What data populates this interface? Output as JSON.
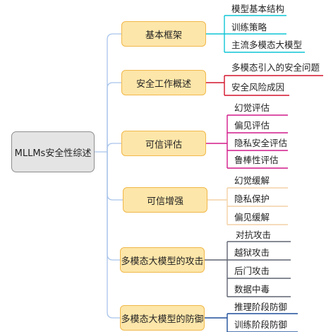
{
  "diagram": {
    "root": "MLLMs安全性综述",
    "branches": [
      {
        "label": "基本框架",
        "color": "#0fc5d5",
        "leaves": [
          "模型基本结构",
          "训练策略",
          "主流多模态大模型"
        ]
      },
      {
        "label": "安全工作概述",
        "color": "#d3142b",
        "leaves": [
          "多模态引入的安全问题",
          "安全风险成因"
        ]
      },
      {
        "label": "可信评估",
        "color": "#d21a8a",
        "leaves": [
          "幻觉评估",
          "偏见评估",
          "隐私安全评估",
          "鲁棒性评估"
        ]
      },
      {
        "label": "可信增强",
        "color": "#f4d1a6",
        "leaves": [
          "幻觉缓解",
          "隐私保护",
          "偏见缓解"
        ]
      },
      {
        "label": "多模态大模型的攻击",
        "color": "#5f6471",
        "leaves": [
          "对抗攻击",
          "越狱攻击",
          "后门攻击",
          "数据中毒"
        ]
      },
      {
        "label": "多模态大模型的防御",
        "color": "#1f4f9a",
        "leaves": [
          "推理阶段防御",
          "训练阶段防御"
        ]
      }
    ],
    "connector_color": "#a9c4ea"
  }
}
